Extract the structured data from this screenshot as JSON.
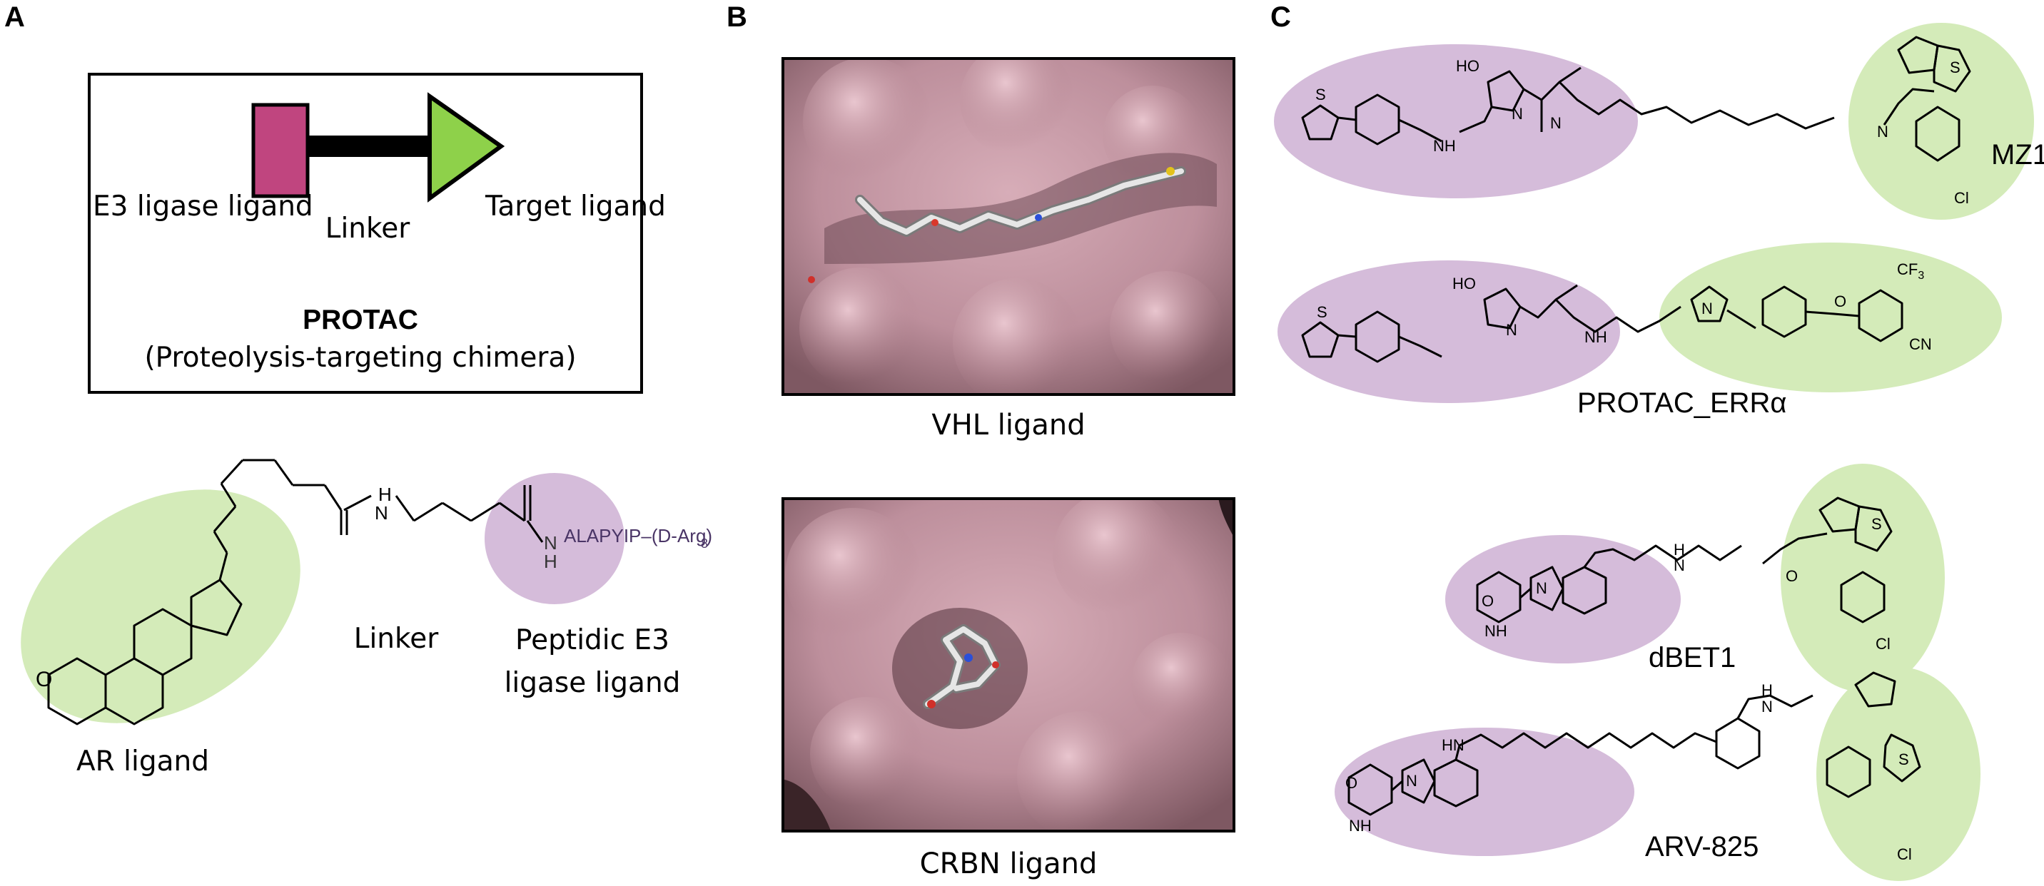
{
  "panels": {
    "a": "A",
    "b": "B",
    "c": "C"
  },
  "panel_a": {
    "e3_ligase_ligand": "E3 ligase ligand",
    "linker": "Linker",
    "target_ligand": "Target ligand",
    "protac": "PROTAC",
    "protac_full": "(Proteolysis-targeting chimera)",
    "ar_ligand": "AR ligand",
    "linker_bottom": "Linker",
    "peptidic_ligand": "Peptidic E3 ligase ligand",
    "peptide_sequence": "ALAPYIP–(D-Arg)",
    "peptide_subscript": "8",
    "colors": {
      "e3_block": "#c0457f",
      "target_triangle": "#8ed14a",
      "purple_ellipse": "#d5bcda",
      "green_ellipse": "#d4ebb9"
    }
  },
  "panel_b": {
    "vhl_caption": "VHL ligand",
    "crbn_caption": "CRBN ligand",
    "surface_color": "#bd8f9c"
  },
  "panel_c": {
    "compounds": [
      "MZ1",
      "PROTAC_ERRα",
      "dBET1",
      "ARV-825"
    ],
    "atoms": {
      "ho": "HO",
      "n": "N",
      "s": "S",
      "nh": "NH",
      "h": "H",
      "o": "O",
      "o2": "O",
      "cl": "Cl",
      "cf3": "CF",
      "cf3_sub": "3",
      "cn": "CN",
      "hn": "HN"
    }
  }
}
